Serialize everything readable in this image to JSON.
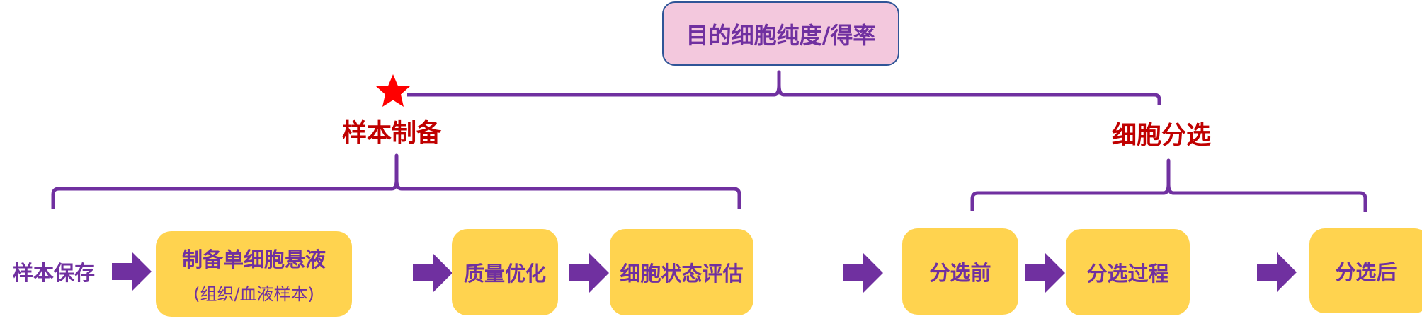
{
  "diagram": {
    "goal": {
      "label": "目的细胞纯度/得率"
    },
    "groups": [
      {
        "id": "sample-prep",
        "label": "样本制备",
        "highlighted": true,
        "marker": "star-icon"
      },
      {
        "id": "cell-sorting",
        "label": "细胞分选",
        "highlighted": false
      }
    ],
    "steps": [
      {
        "label": "样本保存",
        "boxed": false,
        "group": "sample-prep"
      },
      {
        "label": "制备单细胞悬液",
        "sub": "(组织/血液样本)",
        "boxed": true,
        "group": "sample-prep"
      },
      {
        "label": "质量优化",
        "boxed": true,
        "group": "sample-prep"
      },
      {
        "label": "细胞状态评估",
        "boxed": true,
        "group": "sample-prep"
      },
      {
        "label": "分选前",
        "boxed": true,
        "group": "cell-sorting"
      },
      {
        "label": "分选过程",
        "boxed": true,
        "group": "cell-sorting"
      },
      {
        "label": "分选后",
        "boxed": true,
        "group": "cell-sorting"
      }
    ],
    "arrow_icon": "right-arrow-icon",
    "colors": {
      "purple": "#7030A0",
      "step_fill": "#FFD34F",
      "goal_fill": "#F3C8DD",
      "goal_border": "#2F5597",
      "group_label": "#C00000",
      "star": "#FF0000"
    }
  }
}
